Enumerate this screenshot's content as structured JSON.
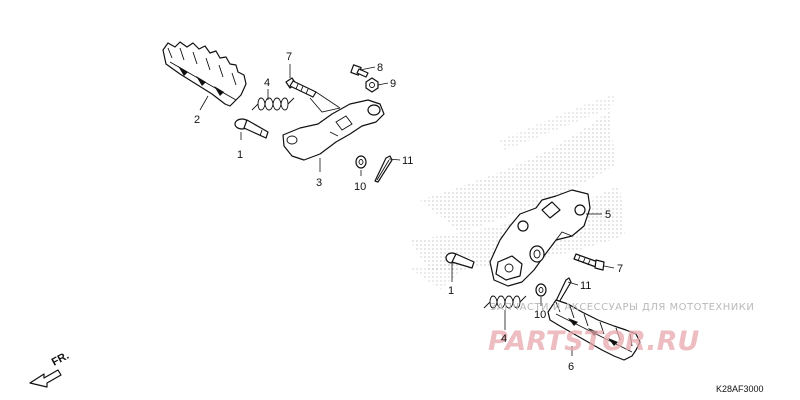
{
  "diagram": {
    "callouts": [
      {
        "id": "c1a",
        "text": "1"
      },
      {
        "id": "c2",
        "text": "2"
      },
      {
        "id": "c3",
        "text": "3"
      },
      {
        "id": "c4a",
        "text": "4"
      },
      {
        "id": "c7a",
        "text": "7"
      },
      {
        "id": "c8",
        "text": "8"
      },
      {
        "id": "c9",
        "text": "9"
      },
      {
        "id": "c10a",
        "text": "10"
      },
      {
        "id": "c11a",
        "text": "11"
      },
      {
        "id": "c5",
        "text": "5"
      },
      {
        "id": "c7b",
        "text": "7"
      },
      {
        "id": "c1b",
        "text": "1"
      },
      {
        "id": "c11b",
        "text": "11"
      },
      {
        "id": "c10b",
        "text": "10"
      },
      {
        "id": "c4b",
        "text": "4"
      },
      {
        "id": "c6",
        "text": "6"
      }
    ],
    "direction_label": "FR.",
    "diagram_code": "K28AF3000"
  },
  "watermark": {
    "top_text": "ЗАПЧАСТИ И АКСЕССУАРЫ ДЛЯ МОТОТЕХНИКИ",
    "logo_text": "PARTSTOR.RU",
    "logo_color": "#e8a8ad"
  }
}
